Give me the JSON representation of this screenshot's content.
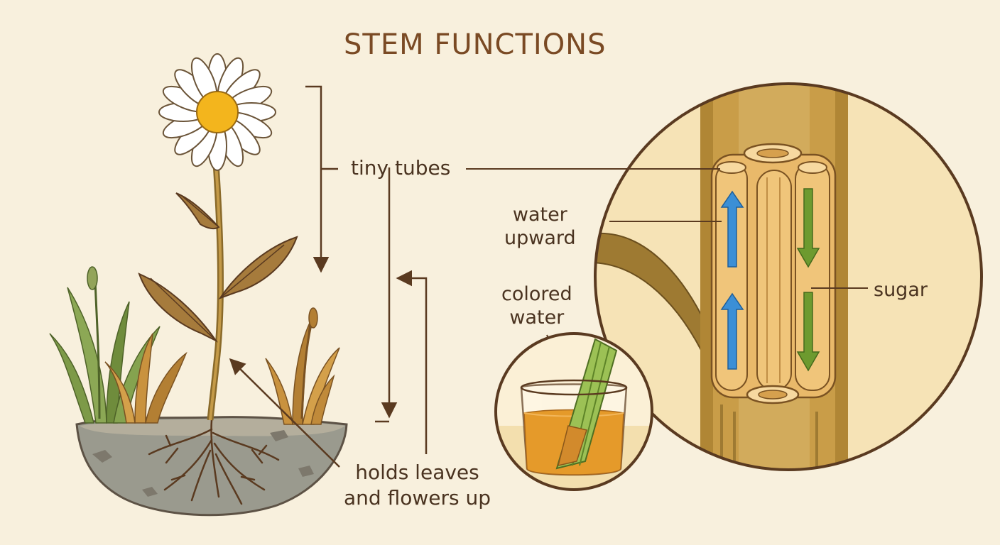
{
  "title": "STEM FUNCTIONS",
  "labels": {
    "tiny_tubes": "tiny tubes",
    "water_upward": [
      "water",
      "upward"
    ],
    "colored_water": [
      "colored",
      "water"
    ],
    "sugar": "sugar",
    "holds_up": [
      "holds leaves",
      "and flowers up"
    ]
  },
  "colors": {
    "background": "#f8f0dd",
    "title": "#7a4a24",
    "text": "#4a3320",
    "water_arrow": "#3b8fd6",
    "sugar_arrow": "#6d9a2f",
    "stem": "#b88a3c",
    "dye": "#e59a2a"
  }
}
